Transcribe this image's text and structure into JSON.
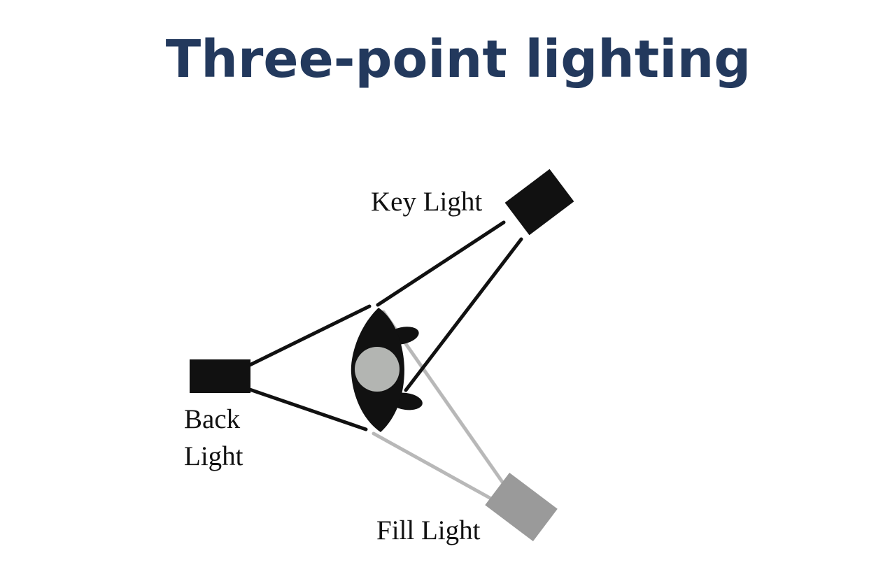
{
  "title": "Three-point lighting",
  "labels": {
    "key_light": "Key Light",
    "back_light_line1": "Back",
    "back_light_line2": "Light",
    "fill_light": "Fill Light"
  },
  "colors": {
    "title": "#23395d",
    "key_light": "#111111",
    "back_light": "#111111",
    "fill_light": "#9a9a9a",
    "fill_beam": "#b8b8b8",
    "subject_body": "#111111",
    "subject_head": "#b3b5b2"
  }
}
